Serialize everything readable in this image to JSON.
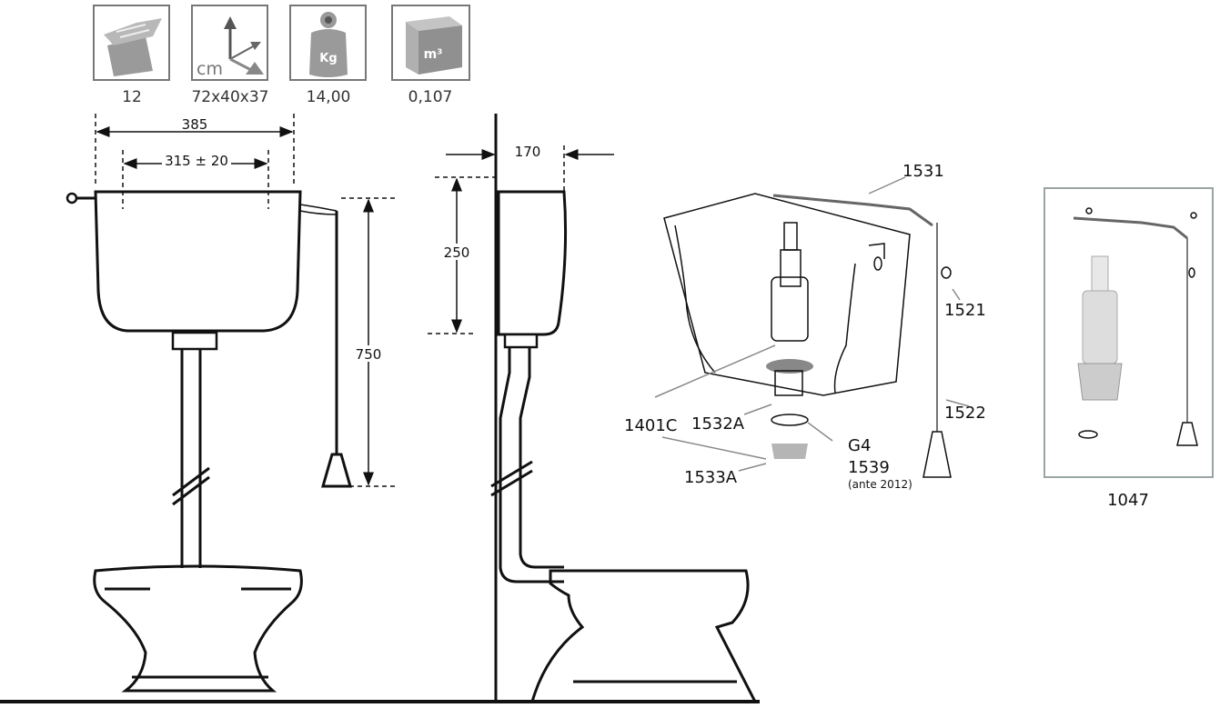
{
  "packaging_info": [
    {
      "icon": "box-quantity-icon",
      "value": "12"
    },
    {
      "icon": "dimensions-cm-icon",
      "icon_text": "cm",
      "value": "72x40x37"
    },
    {
      "icon": "weight-kg-icon",
      "icon_text": "Kg",
      "value": "14,00"
    },
    {
      "icon": "volume-m3-icon",
      "icon_text": "m³",
      "value": "0,107"
    }
  ],
  "front_view": {
    "width_overall": "385",
    "width_fixing": "315 ± 20",
    "height_chain": "750"
  },
  "side_view": {
    "depth": "170",
    "tank_height": "250"
  },
  "exploded_parts": {
    "lever": "1531",
    "chain_ring": "1521",
    "chain": "1522",
    "flush_valve": "1401C",
    "outlet": "1532A",
    "gasket": "G4",
    "gasket_old": "1539",
    "gasket_old_note": "(ante 2012)",
    "nut": "1533A"
  },
  "kit": {
    "code": "1047"
  },
  "colors": {
    "line": "#111111",
    "icon_grey": "#8a8a8a",
    "frame": "#9aa5a5"
  }
}
